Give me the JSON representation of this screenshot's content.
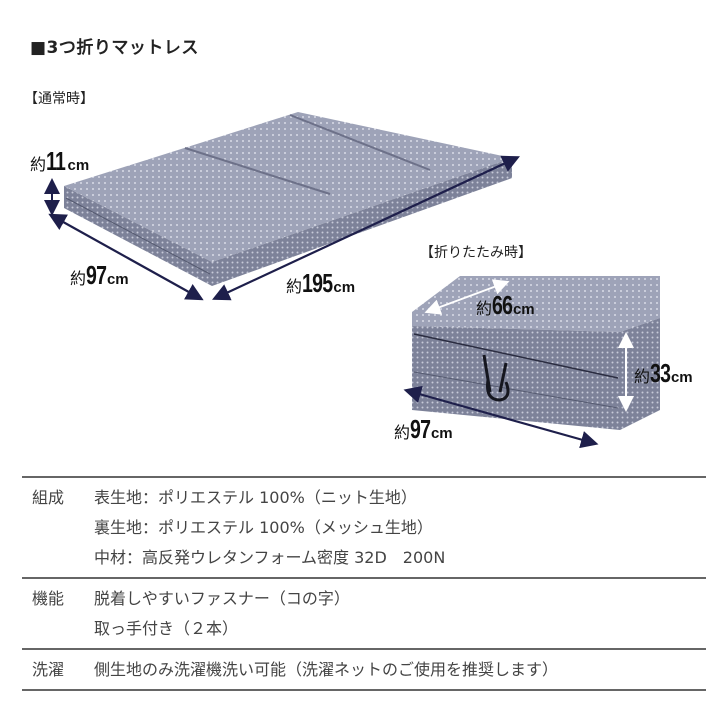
{
  "title": "■3つ折りマットレス",
  "normal": {
    "label": "【通常時】",
    "height": {
      "pre": "約",
      "num": "11",
      "unit": "cm"
    },
    "width": {
      "pre": "約",
      "num": "97",
      "unit": "cm"
    },
    "length": {
      "pre": "約",
      "num": "195",
      "unit": "cm"
    }
  },
  "folded": {
    "label": "【折りたたみ時】",
    "depth": {
      "pre": "約",
      "num": "66",
      "unit": "cm"
    },
    "height": {
      "pre": "約",
      "num": "33",
      "unit": "cm"
    },
    "width": {
      "pre": "約",
      "num": "97",
      "unit": "cm"
    }
  },
  "colors": {
    "fabric_top": "#9ea3b8",
    "fabric_side": "#7d8299",
    "arrow": "#1e1f4b",
    "rule": "#666666"
  },
  "specs": [
    {
      "key": "組成",
      "values": [
        "表生地：ポリエステル 100%（ニット生地）",
        "裏生地：ポリエステル 100%（メッシュ生地）",
        "中材：高反発ウレタンフォーム密度 32D　200N"
      ]
    },
    {
      "key": "機能",
      "values": [
        "脱着しやすいファスナー（コの字）",
        "取っ手付き（２本）"
      ]
    },
    {
      "key": "洗濯",
      "values": [
        "側生地のみ洗濯機洗い可能（洗濯ネットのご使用を推奨します）"
      ]
    }
  ]
}
